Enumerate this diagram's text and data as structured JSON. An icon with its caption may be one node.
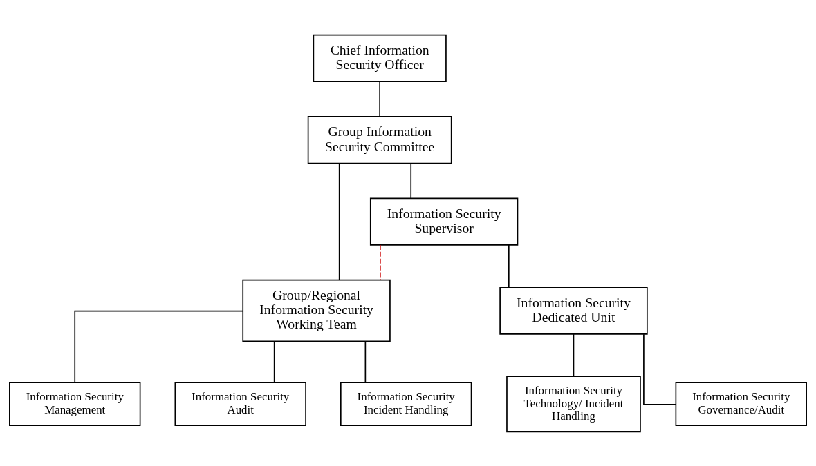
{
  "diagram": {
    "nodes": [
      {
        "text": [
          "Chief Information Security Officer"
        ]
      },
      {
        "text": [
          "Group Information Security Committee"
        ]
      },
      {
        "text": [
          "Information Security Supervisor"
        ]
      },
      {
        "text": [
          "Group/Regional Information Security Working Team"
        ]
      },
      {
        "text": [
          "Information Security Dedicated Unit"
        ]
      },
      {
        "text": [
          "Information Security Technology/ Incident Handling"
        ]
      },
      {
        "text": [
          "Information Security Governance/Audit"
        ]
      },
      {
        "text": [
          "Information Security Management"
        ]
      },
      {
        "text": [
          "Information Security Audit"
        ]
      },
      {
        "text": [
          "Information Security Incident Handling"
        ]
      }
    ],
    "edges": [
      {
        "from": 0,
        "to": 1,
        "arrow": "none"
      },
      {
        "from": 1,
        "to": 2,
        "arrow": "none"
      },
      {
        "from": 1,
        "to": 3,
        "arrow": "none"
      },
      {
        "from": 2,
        "to": 3,
        "arrow": "none",
        "style": "dashed",
        "color": "#cc0000"
      },
      {
        "from": 2,
        "to": 4,
        "arrow": "none"
      },
      {
        "from": 4,
        "to": 5,
        "arrow": "none"
      },
      {
        "from": 4,
        "to": 6,
        "arrow": "none"
      },
      {
        "from": 3,
        "to": 7,
        "arrow": "none"
      },
      {
        "from": 3,
        "to": 8,
        "arrow": "none"
      },
      {
        "from": 3,
        "to": 9,
        "arrow": "none"
      }
    ]
  }
}
